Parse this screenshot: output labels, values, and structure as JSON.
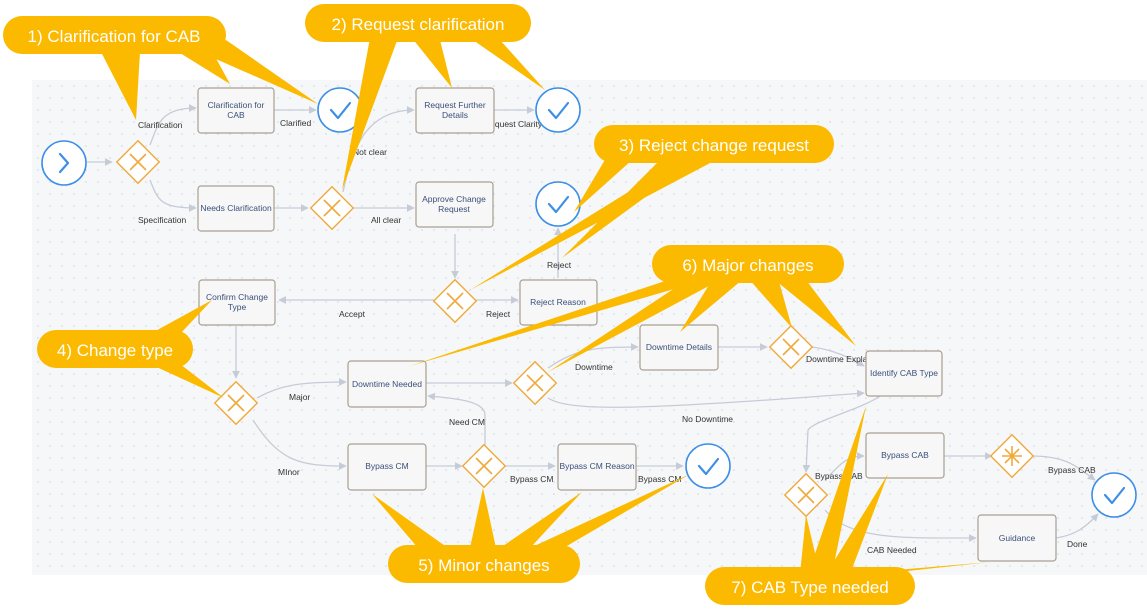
{
  "tasks": {
    "clarification_for_cab": [
      "Clarification for",
      "CAB"
    ],
    "request_further_details": [
      "Request Further",
      "Details"
    ],
    "needs_clarification": [
      "Needs Clarification"
    ],
    "approve_change_request": [
      "Approve Change",
      "Request"
    ],
    "confirm_change_type": [
      "Confirm Change",
      "Type"
    ],
    "reject_reason": [
      "Reject Reason"
    ],
    "downtime_needed": [
      "Downtime Needed"
    ],
    "downtime_details": [
      "Downtime Details"
    ],
    "identify_cab_type": [
      "Identify CAB Type"
    ],
    "bypass_cm": [
      "Bypass CM"
    ],
    "bypass_cm_reason": [
      "Bypass CM Reason"
    ],
    "bypass_cab": [
      "Bypass CAB"
    ],
    "guidance": [
      "Guidance"
    ]
  },
  "edge_labels": {
    "clarification": "Clarification",
    "specification": "Specification",
    "clarified": "Clarified",
    "not_clear": "Not clear",
    "request_clarity": "Request Clarity",
    "all_clear": "All clear",
    "reject_top": "Reject",
    "accept": "Accept",
    "reject": "Reject",
    "major": "Major",
    "minor": "MInor",
    "downtime": "Downtime",
    "no_downtime": "No Downtime",
    "need_cm": "Need CM",
    "bypass_cm_1": "Bypass CM",
    "bypass_cm_2": "Bypass CM",
    "downtime_expla": "Downtime Expla...",
    "bypass_cab_1": "Bypass CAB",
    "bypass_cab_2": "Bypass CAB",
    "cab_needed": "CAB Needed",
    "done": "Done"
  },
  "callouts": {
    "c1": "1) Clarification for CAB",
    "c2": "2) Request clarification",
    "c3": "3) Reject change request",
    "c4": "4) Change type",
    "c5": "5) Minor changes",
    "c6": "6) Major changes",
    "c7": "7) CAB Type needed"
  },
  "colors": {
    "callout": "#fbb900",
    "gateway": "#f0a93b",
    "event": "#3d8fe6",
    "task_text": "#3b4f7a"
  }
}
